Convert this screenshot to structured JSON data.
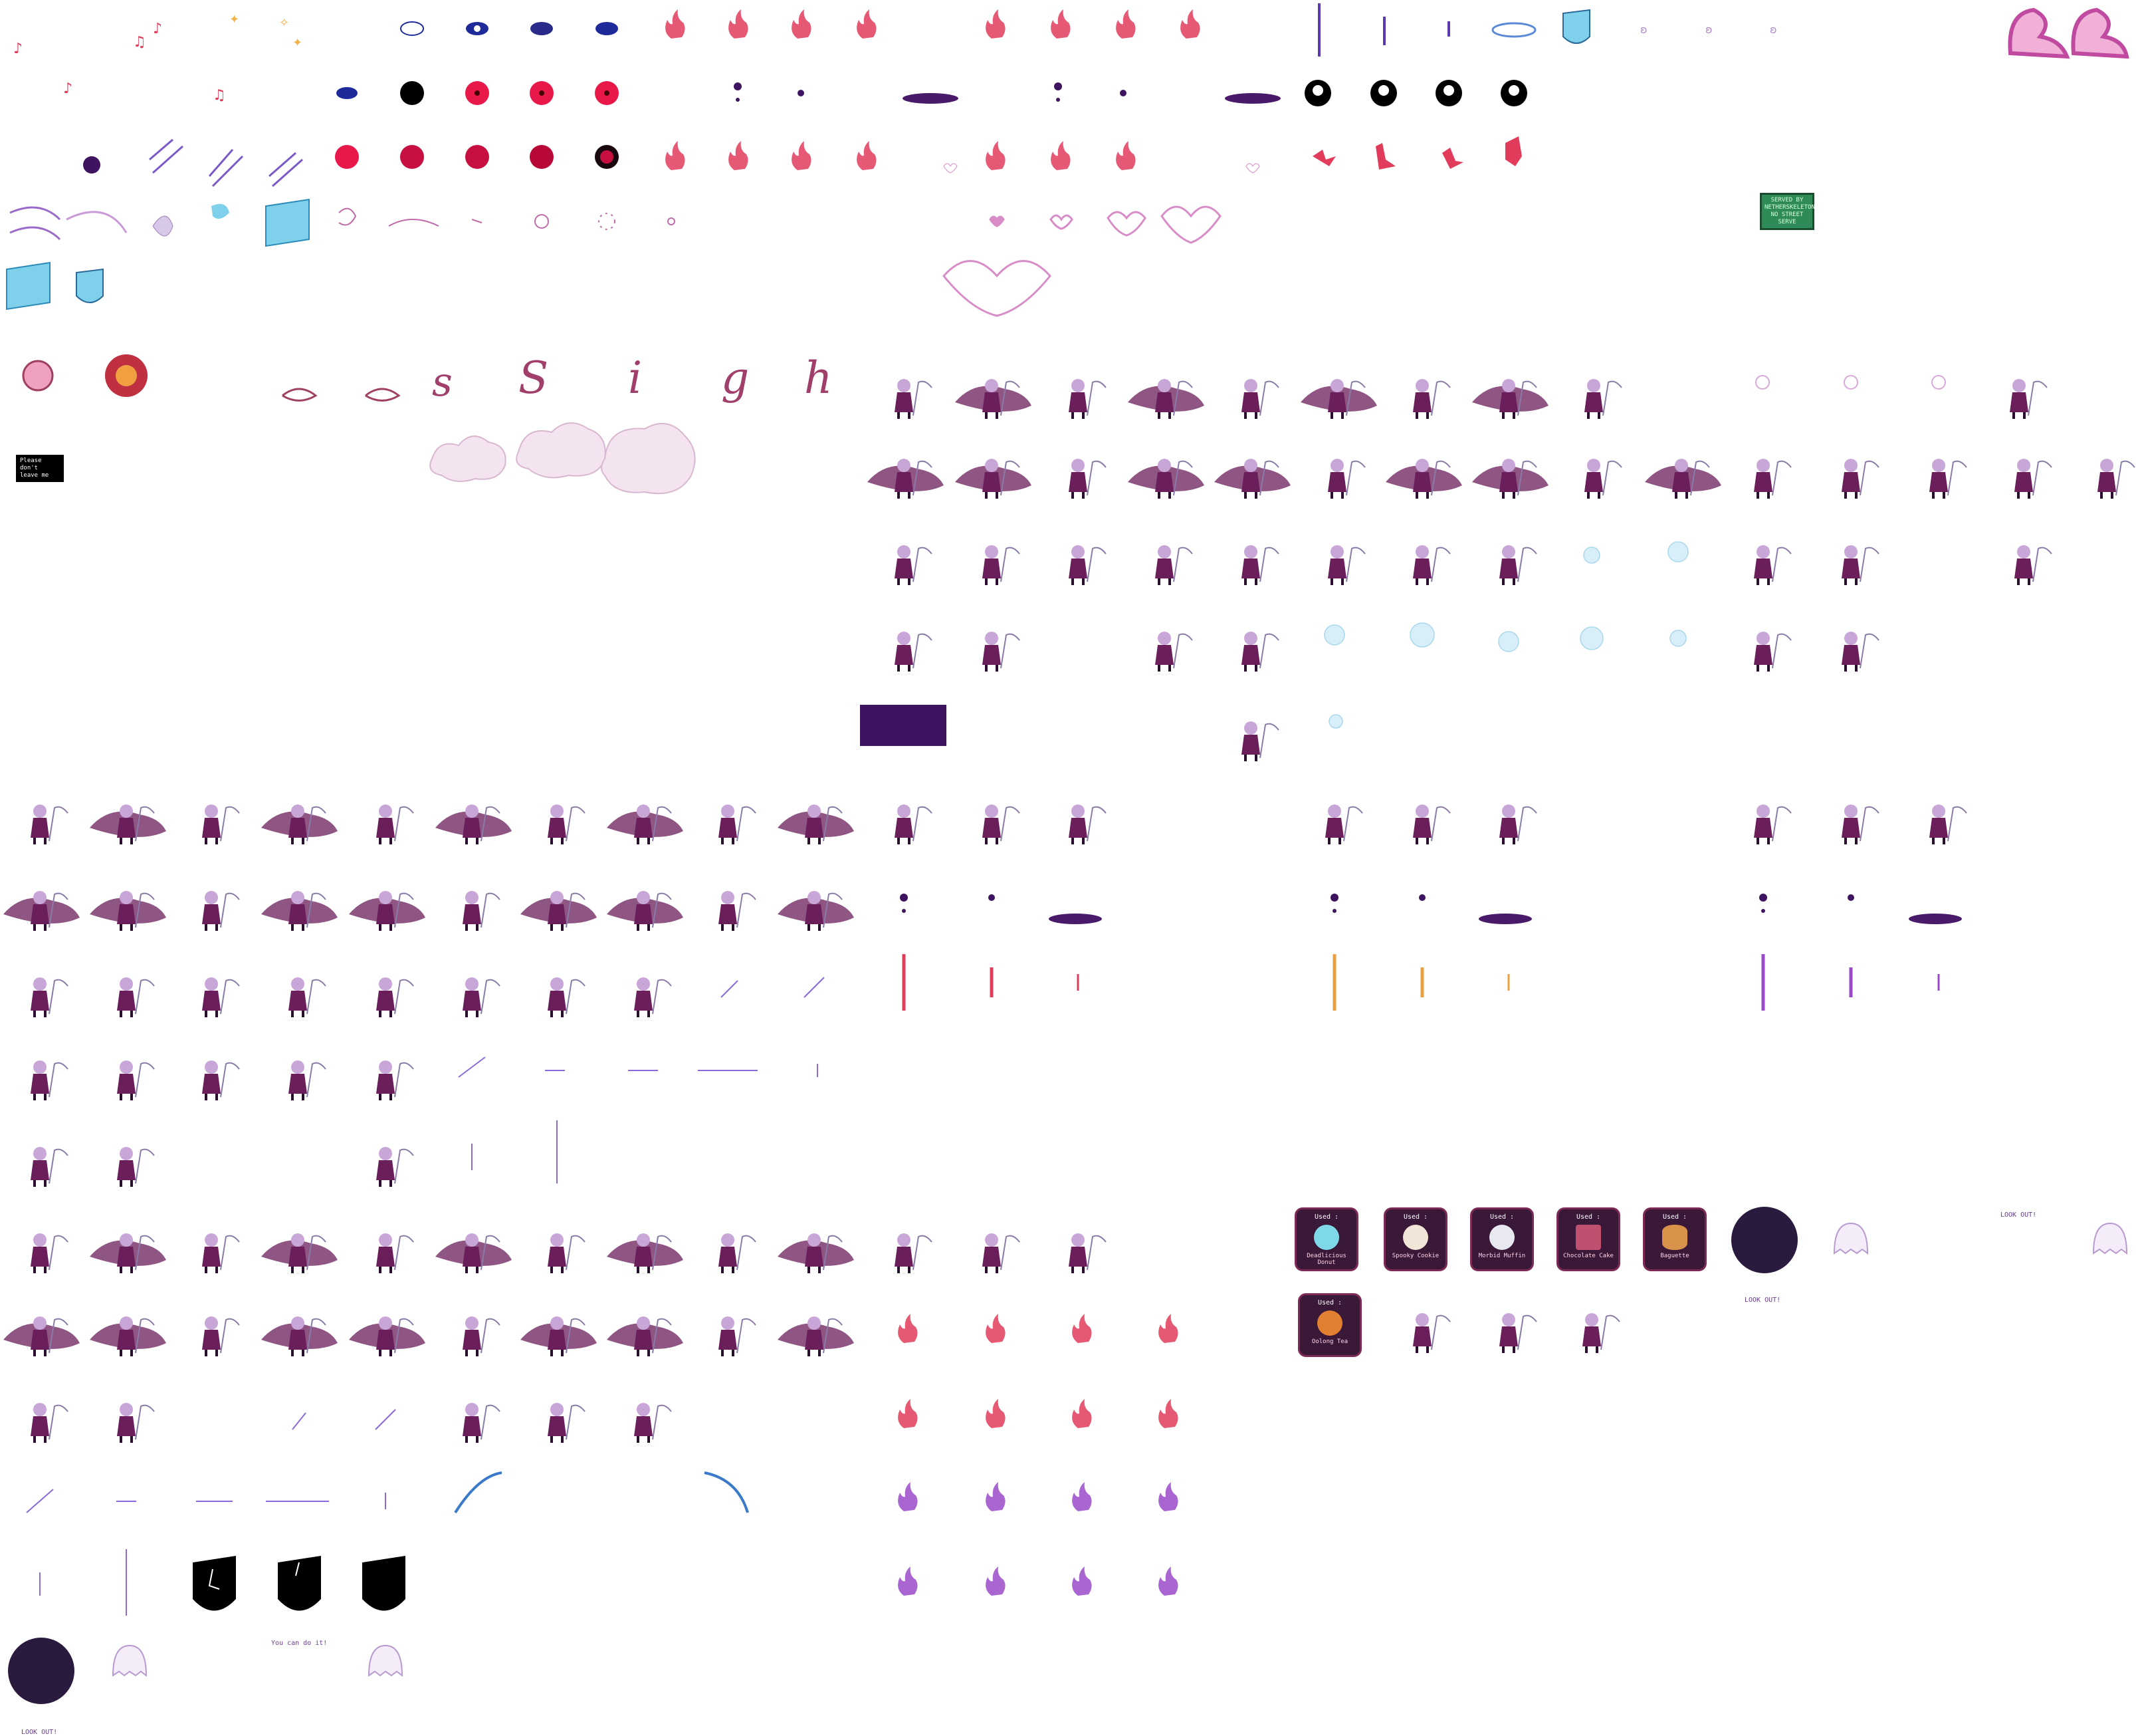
{
  "texts": {
    "please_dont_leave": "Please don't\nleave me",
    "sign_text": "SERVED BY\nNETHERSKELETON\nNO STREET SERVE",
    "look_out_1": "LOOK OUT!",
    "look_out_2": "LOOK OUT!",
    "look_out_3": "LOOK OUT!",
    "you_can_do_it": "You can do it!"
  },
  "sigh_letters": [
    "s",
    "S",
    "i",
    "g",
    "h"
  ],
  "items": [
    {
      "used": "Used :",
      "name": "Deadlicious Donut",
      "color": "#7fd8e8"
    },
    {
      "used": "Used :",
      "name": "Spooky Cookie",
      "color": "#f2e6d8"
    },
    {
      "used": "Used :",
      "name": "Morbid Muffin",
      "color": "#e8e8f0"
    },
    {
      "used": "Used :",
      "name": "Chocolate Cake",
      "color": "#c05070"
    },
    {
      "used": "Used :",
      "name": "Baguette",
      "color": "#d8924a"
    },
    {
      "used": "Used :",
      "name": "Oolong Tea",
      "color": "#e08030"
    }
  ],
  "colors": {
    "reaper_purple": "#6a1e5a",
    "reaper_dark": "#2a0e2e",
    "reaper_hair": "#c9a6d8",
    "fire_red": "#e23c5c",
    "fire_purple": "#9a4ac8",
    "eye_red": "#e8184a",
    "eye_blue": "#1e2a9a",
    "ice_blue": "#7fd0ea",
    "heart_pink": "#d88cc8",
    "background": "#ffffff"
  }
}
